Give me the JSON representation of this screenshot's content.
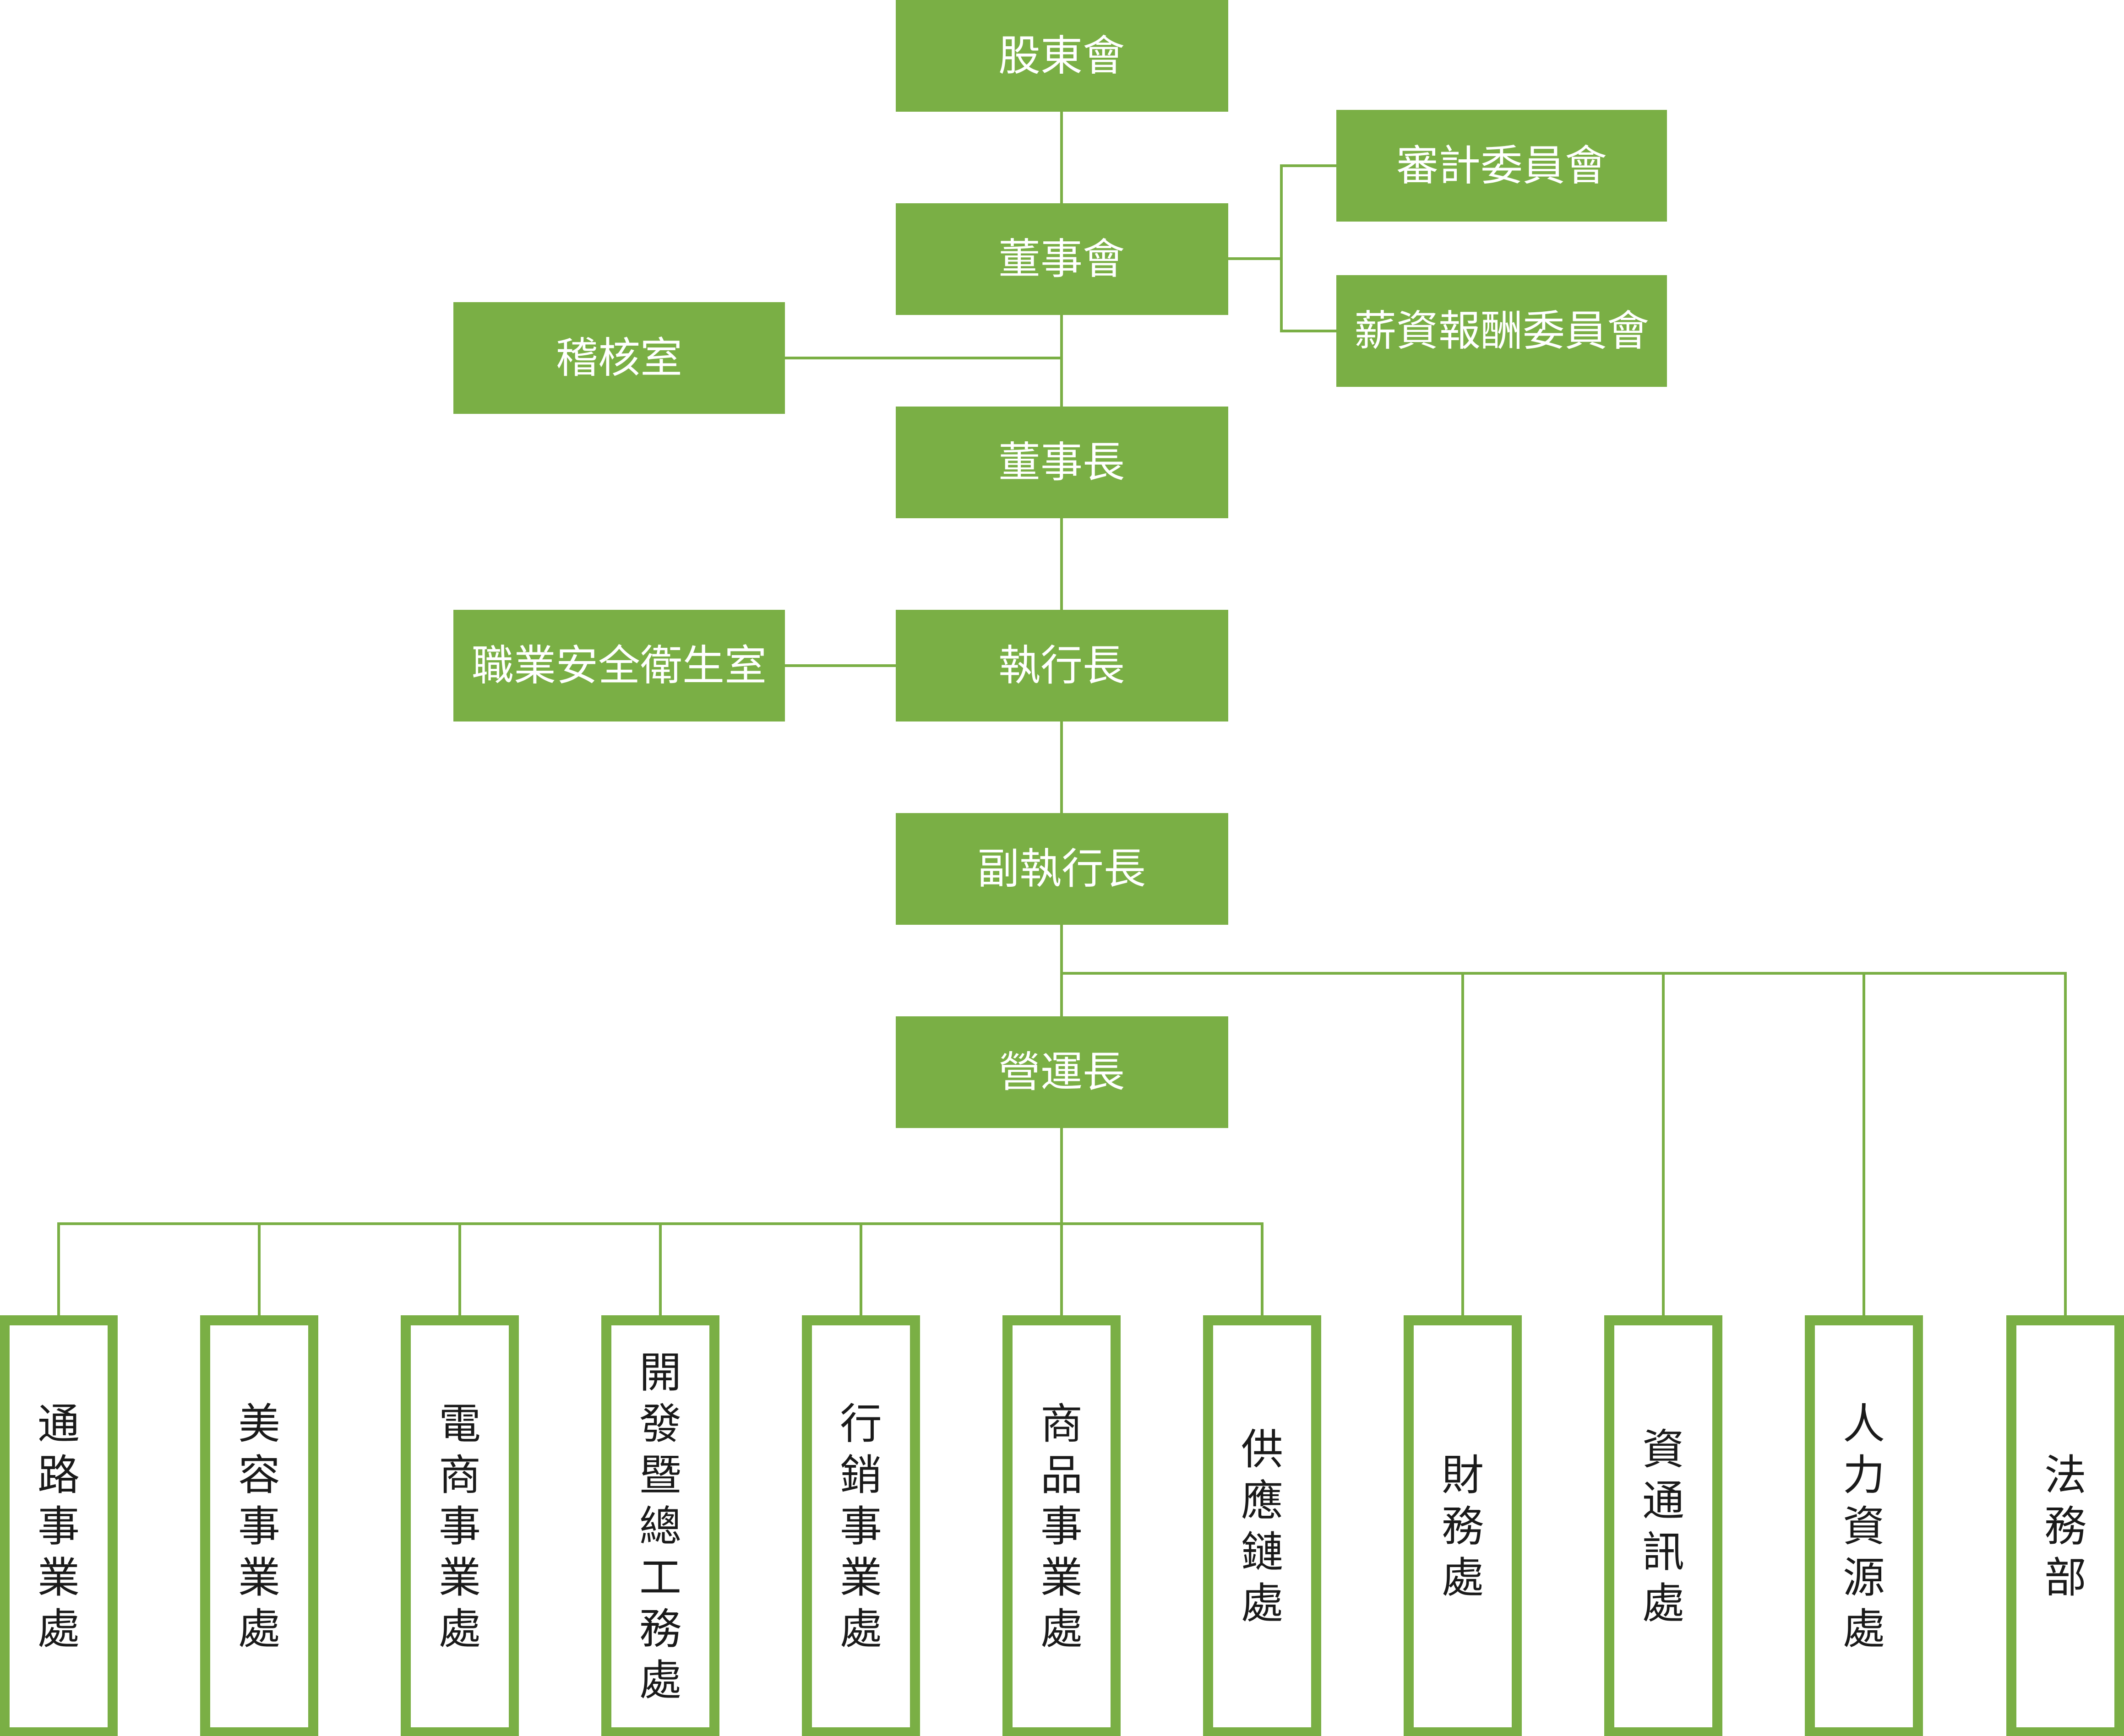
{
  "colors": {
    "accent": "#7aaf45",
    "box_text_solid": "#ffffff",
    "box_text_outline": "#1a1a1a",
    "background": "#ffffff"
  },
  "org_chart": {
    "shareholders": "股東會",
    "board": "董事會",
    "audit_committee": "審計委員會",
    "compensation_committee": "薪資報酬委員會",
    "internal_audit": "稽核室",
    "chairman": "董事長",
    "ohs_office": "職業安全衛生室",
    "ceo": "執行長",
    "deputy_ceo": "副執行長",
    "coo": "營運長",
    "departments": [
      "通路事業處",
      "美容事業處",
      "電商事業處",
      "開發暨總工務處",
      "行銷事業處",
      "商品事業處",
      "供應鏈處",
      "財務處",
      "資通訊處",
      "人力資源處",
      "法務部"
    ]
  }
}
